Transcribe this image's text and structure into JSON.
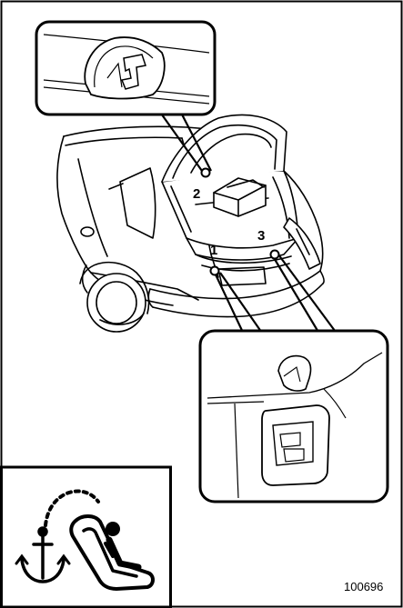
{
  "callouts": [
    {
      "number": "1"
    },
    {
      "number": "2"
    },
    {
      "number": "3"
    }
  ],
  "figure_code": "100696",
  "icons": {
    "corner_symbol": "child-seat-anchor-icon",
    "insets": [
      "tether-anchor-closeup",
      "tether-anchor-closeup"
    ]
  },
  "colors": {
    "line": "#000000",
    "background": "#ffffff"
  }
}
